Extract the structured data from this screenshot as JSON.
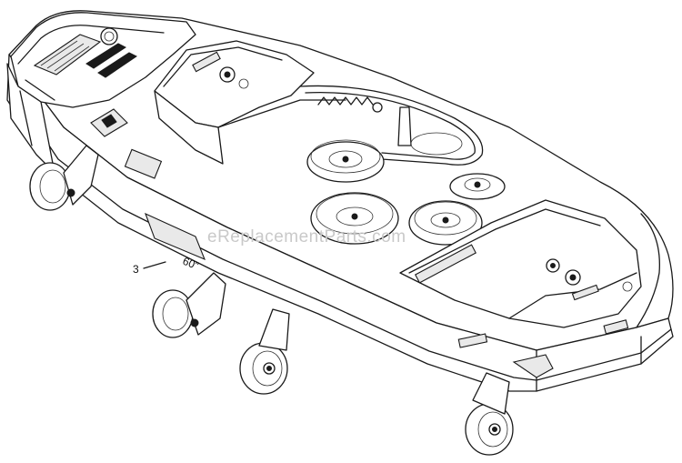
{
  "diagram": {
    "callouts": [
      {
        "id": "3",
        "label": "3"
      }
    ],
    "watermark": "eReplacementParts.com",
    "deck_badge": "60\""
  }
}
